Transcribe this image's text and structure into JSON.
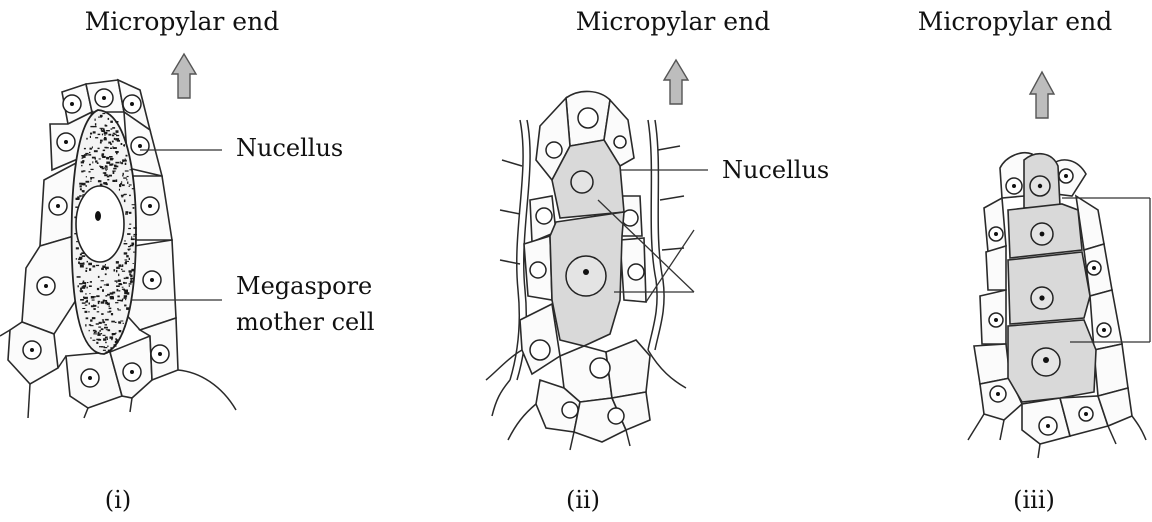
{
  "panels": [
    {
      "id": "i",
      "heading": "Micropylar end",
      "number": "(i)",
      "labels": {
        "nucellus": "Nucellus",
        "mmc_line1": "Megaspore",
        "mmc_line2": "mother cell"
      }
    },
    {
      "id": "ii",
      "heading": "Micropylar end",
      "number": "(ii)",
      "labels": {
        "nucellus": "Nucellus"
      }
    },
    {
      "id": "iii",
      "heading": "Micropylar end",
      "number": "(iii)"
    }
  ],
  "colors": {
    "arrow_fill": "#bdbdbd",
    "arrow_stroke": "#555555",
    "speckle": "#1a1a1a",
    "shade": "#d9d9d9"
  }
}
